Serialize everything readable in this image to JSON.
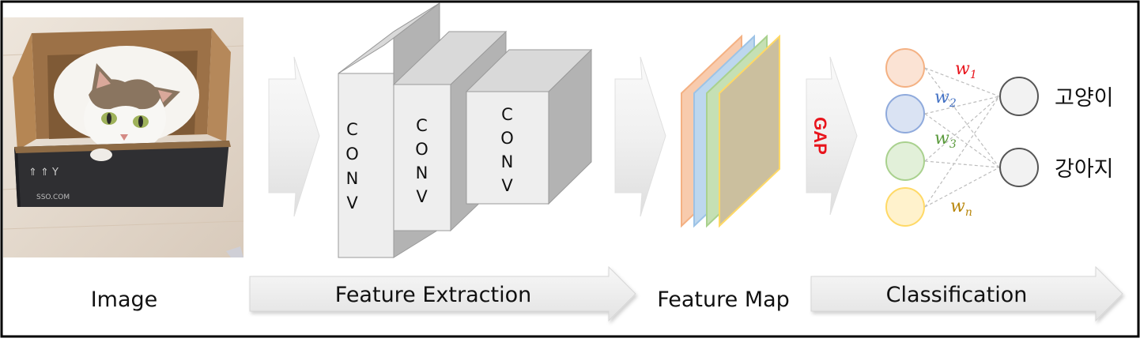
{
  "labels": {
    "image": "Image",
    "feature_extraction": "Feature Extraction",
    "feature_map": "Feature Map",
    "classification": "Classification"
  },
  "conv_blocks": [
    {
      "letters": [
        "C",
        "O",
        "N",
        "V"
      ]
    },
    {
      "letters": [
        "C",
        "O",
        "N",
        "V"
      ]
    },
    {
      "letters": [
        "C",
        "O",
        "N",
        "V"
      ]
    }
  ],
  "gap_label": "GAP",
  "weights": [
    {
      "symbol": "w",
      "sub": "1",
      "color": "#e8141c"
    },
    {
      "symbol": "w",
      "sub": "2",
      "color": "#4472c4"
    },
    {
      "symbol": "w",
      "sub": "3",
      "color": "#5a9a3c"
    },
    {
      "symbol": "w",
      "sub": "n",
      "color": "#b8860b"
    }
  ],
  "input_nodes": [
    {
      "fill": "#fbe3d4",
      "stroke": "#f4b183"
    },
    {
      "fill": "#dae3f3",
      "stroke": "#8faadc"
    },
    {
      "fill": "#e2f0d9",
      "stroke": "#a9d18e"
    },
    {
      "fill": "#fff2cc",
      "stroke": "#ffd966"
    }
  ],
  "feature_map_layers": [
    {
      "color": "#f4b183"
    },
    {
      "color": "#9dc3e6"
    },
    {
      "color": "#a9d18e"
    },
    {
      "color": "#ffd966"
    }
  ],
  "classes": [
    "고양이",
    "강아지"
  ]
}
